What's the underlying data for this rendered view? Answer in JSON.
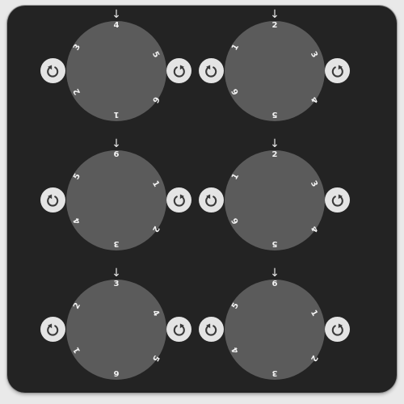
{
  "pointer_glyph": "↓",
  "colors": {
    "board": "#232323",
    "dial": "#5b5b5b",
    "button": "#e4e4e4",
    "text": "#f2f2f2"
  },
  "puzzles": [
    {
      "numbers": [
        "4",
        "5",
        "6",
        "1",
        "2",
        "3"
      ]
    },
    {
      "numbers": [
        "2",
        "3",
        "4",
        "5",
        "6",
        "1"
      ]
    },
    {
      "numbers": [
        "6",
        "1",
        "2",
        "3",
        "4",
        "5"
      ]
    },
    {
      "numbers": [
        "2",
        "3",
        "4",
        "5",
        "6",
        "1"
      ]
    },
    {
      "numbers": [
        "3",
        "4",
        "5",
        "6",
        "1",
        "2"
      ]
    },
    {
      "numbers": [
        "6",
        "1",
        "2",
        "3",
        "4",
        "5"
      ]
    }
  ],
  "buttons": {
    "left_icon": "rotate-counterclockwise-icon",
    "right_icon": "rotate-clockwise-icon"
  }
}
